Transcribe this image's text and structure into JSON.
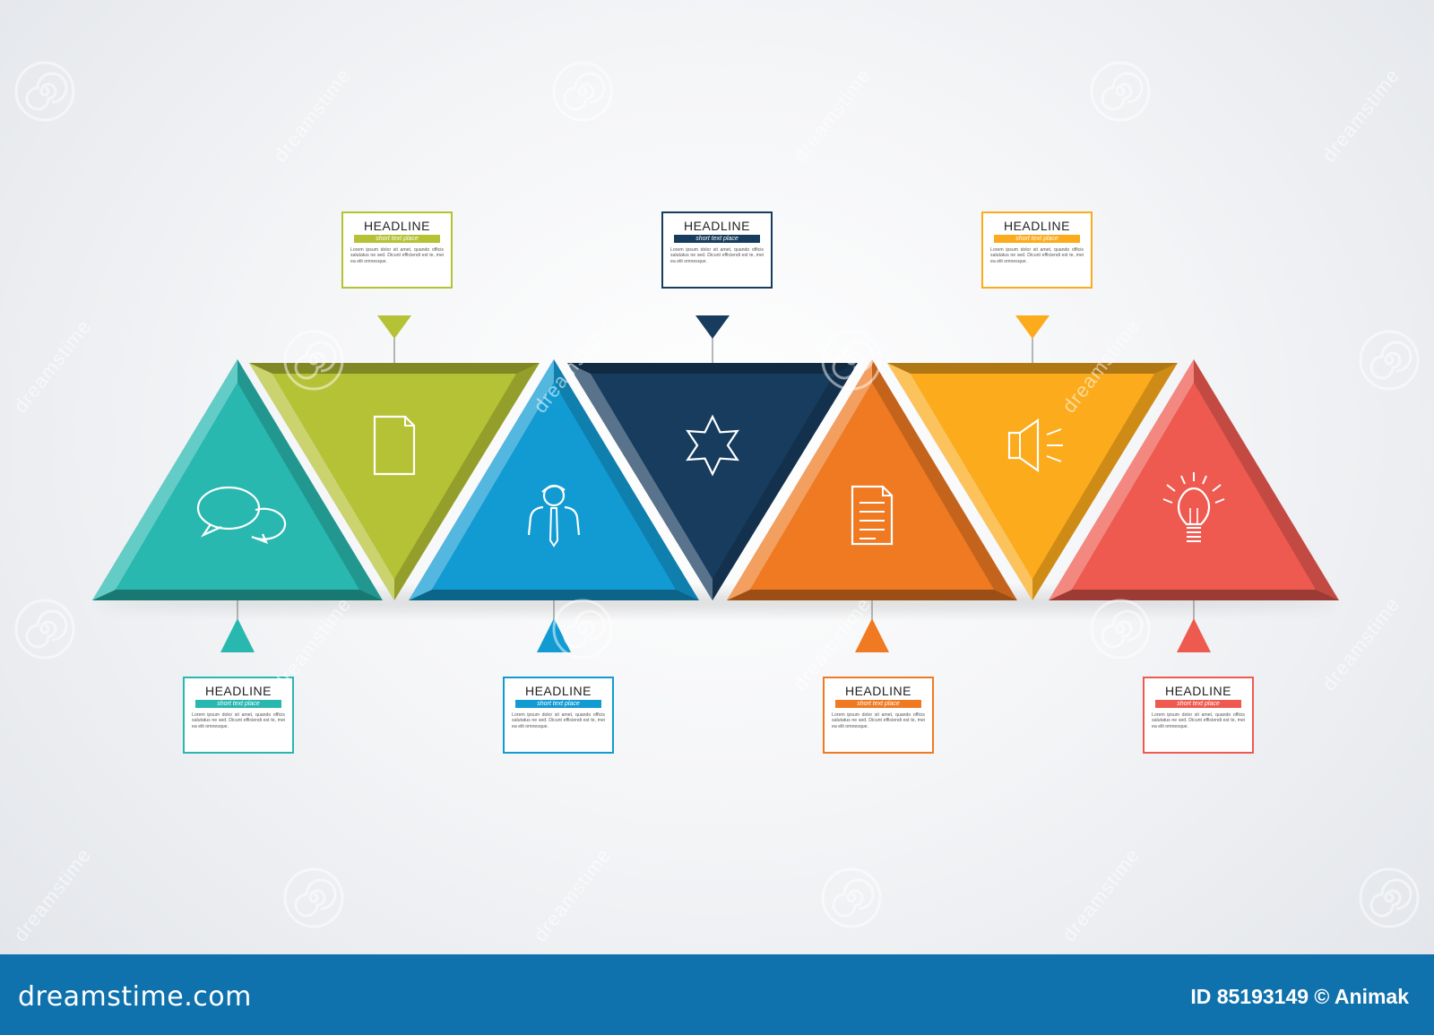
{
  "colors": {
    "teal": "#28b8b0",
    "lime": "#b5c235",
    "blue": "#129bd3",
    "navy": "#173c5e",
    "orange": "#ef7a22",
    "amber": "#fbab1c",
    "coral": "#ee5a50",
    "footer": "#0f72ad"
  },
  "segments": [
    {
      "id": "teal",
      "orientation": "up",
      "icon": "speech-bubbles-icon",
      "color": "#28b8b0"
    },
    {
      "id": "lime",
      "orientation": "down",
      "icon": "document-icon",
      "color": "#b5c235"
    },
    {
      "id": "blue",
      "orientation": "up",
      "icon": "businessman-icon",
      "color": "#129bd3"
    },
    {
      "id": "navy",
      "orientation": "down",
      "icon": "star-icon",
      "color": "#173c5e"
    },
    {
      "id": "orange",
      "orientation": "up",
      "icon": "text-document-icon",
      "color": "#ef7a22"
    },
    {
      "id": "amber",
      "orientation": "down",
      "icon": "speaker-icon",
      "color": "#fbab1c"
    },
    {
      "id": "coral",
      "orientation": "up",
      "icon": "light-bulb-icon",
      "color": "#ee5a50"
    }
  ],
  "cards": [
    {
      "headline": "HEADLINE",
      "subtitle": "short text place",
      "body": "Lorem ipsum dolor sit amet, quando officis salutatus ne sed. Dicunt efficiendi est te, mei ea elit omnesque.",
      "color": "#b5c235"
    },
    {
      "headline": "HEADLINE",
      "subtitle": "short text place",
      "body": "Lorem ipsum dolor sit amet, quando officis salutatus ne sed. Dicunt efficiendi est te, mei ea elit omnesque.",
      "color": "#173c5e"
    },
    {
      "headline": "HEADLINE",
      "subtitle": "short text place",
      "body": "Lorem ipsum dolor sit amet, quando officis salutatus ne sed. Dicunt efficiendi est te, mei ea elit omnesque.",
      "color": "#fbab1c"
    },
    {
      "headline": "HEADLINE",
      "subtitle": "short text place",
      "body": "Lorem ipsum dolor sit amet, quando officis salutatus ne sed. Dicunt efficiendi est te, mei ea elit omnesque.",
      "color": "#28b8b0"
    },
    {
      "headline": "HEADLINE",
      "subtitle": "short text place",
      "body": "Lorem ipsum dolor sit amet, quando officis salutatus ne sed. Dicunt efficiendi est te, mei ea elit omnesque.",
      "color": "#129bd3"
    },
    {
      "headline": "HEADLINE",
      "subtitle": "short text place",
      "body": "Lorem ipsum dolor sit amet, quando officis salutatus ne sed. Dicunt efficiendi est te, mei ea elit omnesque.",
      "color": "#ef7a22"
    },
    {
      "headline": "HEADLINE",
      "subtitle": "short text place",
      "body": "Lorem ipsum dolor sit amet, quando officis salutatus ne sed. Dicunt efficiendi est te, mei ea elit omnesque.",
      "color": "#ee5a50"
    }
  ],
  "watermark": {
    "text": "dreamstime"
  },
  "footer": {
    "logo_text": "dreamstime.com",
    "credit": "ID 85193149 © Animak"
  }
}
